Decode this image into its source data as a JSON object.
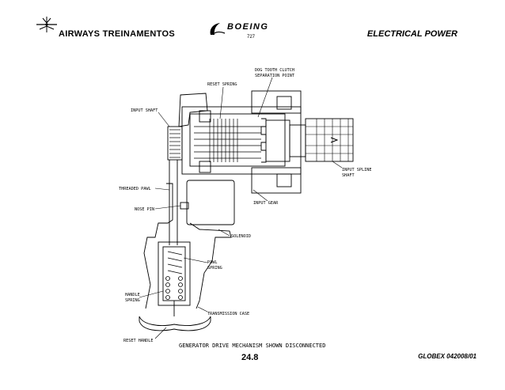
{
  "header": {
    "company": "AIRWAYS  TREINAMENTOS",
    "brand": "BOEING",
    "model": "727",
    "section": "ELECTRICAL POWER"
  },
  "labels": {
    "dog_tooth_1": "DOG TOOTH CLUTCH",
    "dog_tooth_2": "SEPARATION POINT",
    "reset_spring": "RESET SPRING",
    "input_shaft": "INPUT SHAFT",
    "input_spline_1": "INPUT SPLINE",
    "input_spline_2": "SHAFT",
    "threaded_pawl": "THREADED PAWL",
    "nose_pin": "NOSE PIN",
    "input_gear": "INPUT GEAR",
    "solenoid": "SOLENOID",
    "pawl_spring_1": "PAWL",
    "pawl_spring_2": "SPRING",
    "handle_spring_1": "HANDLE",
    "handle_spring_2": "SPRING",
    "transmission_case": "TRANSMISSION CASE",
    "reset_handle": "RESET HANDLE"
  },
  "footer": {
    "caption": "GENERATOR DRIVE MECHANISM SHOWN DISCONNECTED",
    "page": "24.8",
    "doc_code": "GLOBEX 042008/01"
  },
  "icons": {
    "plane": "airplane-icon",
    "logo": "boeing-logo-mark"
  }
}
